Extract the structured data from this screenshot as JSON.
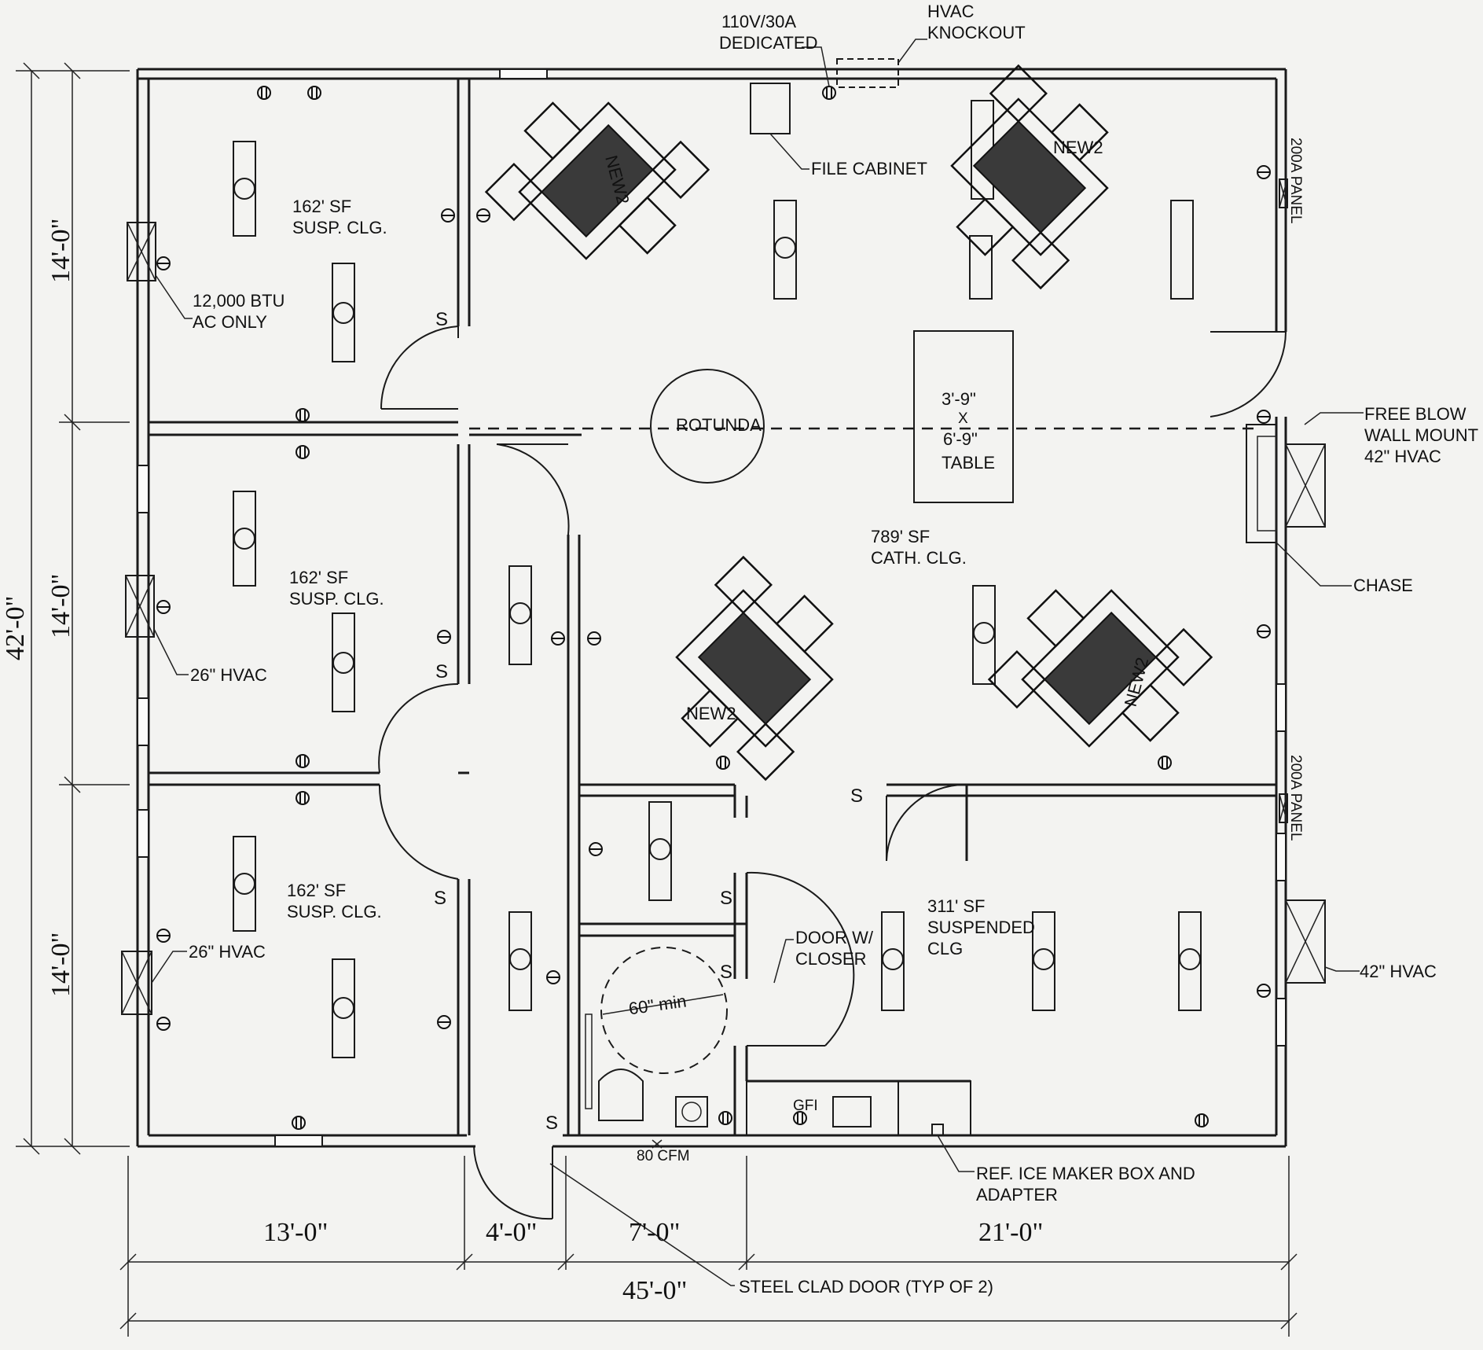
{
  "rooms": {
    "office_top_left": [
      "162' SF",
      "SUSP. CLG."
    ],
    "office_mid_left": [
      "162' SF",
      "SUSP. CLG."
    ],
    "office_bot_left": [
      "162' SF",
      "SUSP. CLG."
    ],
    "open_area": [
      "789' SF",
      "CATH. CLG."
    ],
    "lower_right": [
      "311' SF",
      "SUSPENDED",
      "CLG"
    ]
  },
  "callouts": {
    "power": [
      "110V/30A",
      "DEDICATED"
    ],
    "knockout": [
      "HVAC",
      "KNOCKOUT"
    ],
    "file_cabinet": "FILE CABINET",
    "ac_unit": [
      "12,000 BTU",
      "AC ONLY"
    ],
    "hvac_26_a": "26\" HVAC",
    "hvac_26_b": "26\" HVAC",
    "rotunda": "ROTUNDA",
    "table": [
      "3'-9\"",
      "X",
      "6'-9\"",
      "TABLE"
    ],
    "free_blow": [
      "FREE BLOW",
      "WALL MOUNT",
      "42\" HVAC"
    ],
    "chase": "CHASE",
    "panel_top": "200A PANEL",
    "panel_bottom": "200A PANEL",
    "hvac_42": "42\" HVAC",
    "door_closer": [
      "DOOR W/",
      "CLOSER"
    ],
    "turning": "60\" min",
    "fan": "80 CFM",
    "gfi": "GFI",
    "ice_maker": [
      "REF. ICE MAKER BOX AND",
      "ADAPTER"
    ],
    "steel_door": "STEEL CLAD DOOR (TYP OF 2)"
  },
  "workstations": [
    "NEW2",
    "NEW2",
    "NEW2",
    "NEW2"
  ],
  "dimensions": {
    "horizontal": [
      "13'-0\"",
      "4'-0\"",
      "7'-0\"",
      "21'-0\""
    ],
    "overall_width": "45'-0\"",
    "vertical": [
      "14'-0\"",
      "14'-0\"",
      "14'-0\""
    ],
    "overall_height": "42'-0\""
  }
}
